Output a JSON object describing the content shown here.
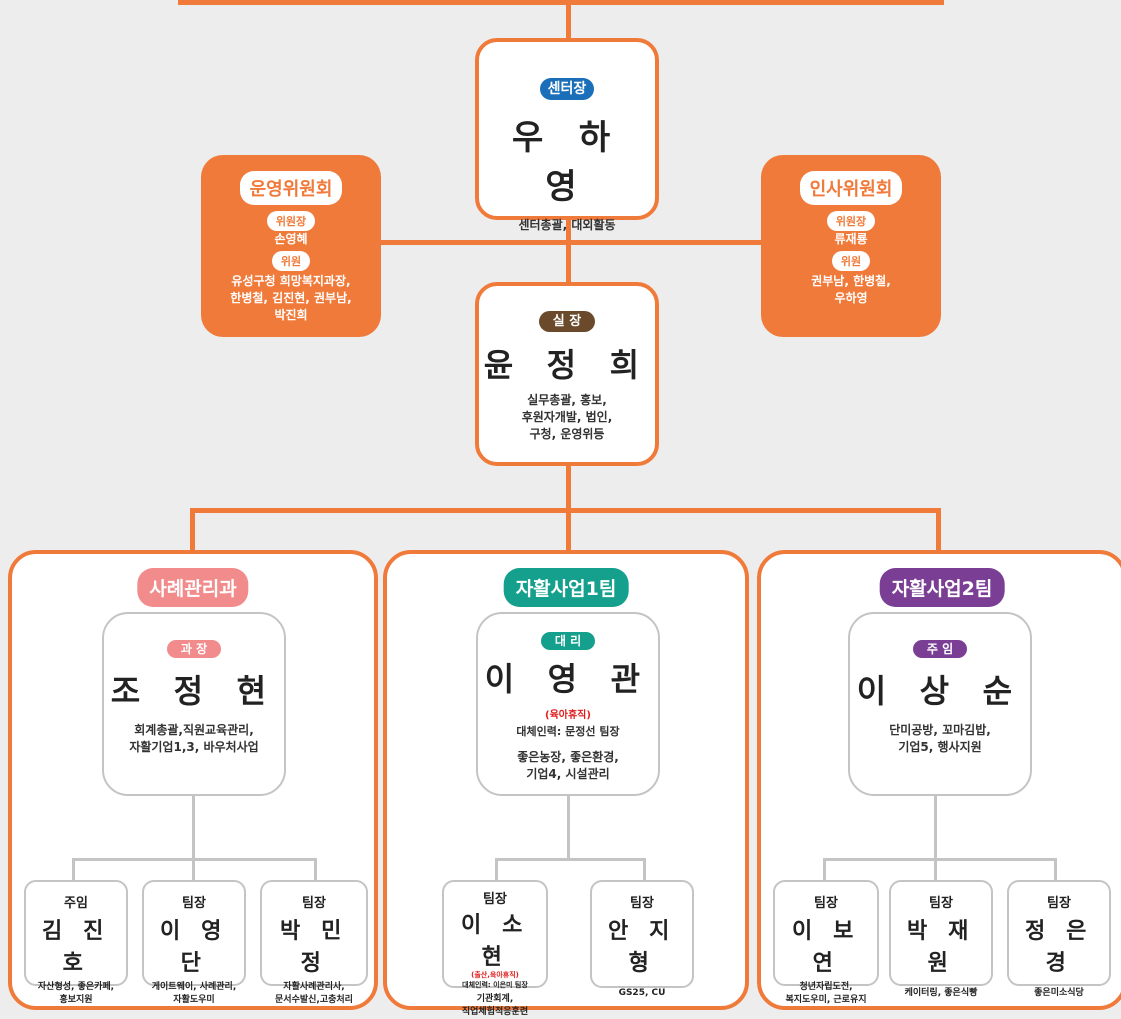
{
  "colors": {
    "orange": "#f07a3a",
    "blue": "#1a6fb8",
    "brown": "#6b4a2b",
    "pink": "#f28b8b",
    "teal": "#14a08c",
    "purple": "#7a3f95",
    "red": "#e02020"
  },
  "center": {
    "badge": "센터장",
    "name": "우 하 영",
    "desc": "센터총괄, 대외활동"
  },
  "committee_left": {
    "title": "운영위원회",
    "chair_label": "위원장",
    "chair": "손영혜",
    "member_label": "위원",
    "members_l1": "유성구청 희망복지과장,",
    "members_l2": "한병철, 김진현, 권부남,",
    "members_l3": "박진희"
  },
  "committee_right": {
    "title": "인사위원회",
    "chair_label": "위원장",
    "chair": "류재룡",
    "member_label": "위원",
    "members_l1": "권부남, 한병철,",
    "members_l2": "우하영"
  },
  "director": {
    "badge": "실 장",
    "name": "윤 정 희",
    "desc_l1": "실무총괄, 홍보,",
    "desc_l2": "후원자개발, 법인,",
    "desc_l3": "구청, 운영위등"
  },
  "teams": [
    {
      "title": "사례관리과",
      "leader_badge": "과 장",
      "leader_name": "조 정 현",
      "leader_desc_l1": "회계총괄,직원교육관리,",
      "leader_desc_l2": "자활기업1,3, 바우처사업",
      "members": [
        {
          "role": "주임",
          "name": "김 진 호",
          "desc_l1": "자산형성, 좋은카페,",
          "desc_l2": "홍보지원"
        },
        {
          "role": "팀장",
          "name": "이 영 단",
          "desc_l1": "게이트웨이, 사례관리,",
          "desc_l2": "자활도우미"
        },
        {
          "role": "팀장",
          "name": "박 민 정",
          "desc_l1": "자활사례관리사,",
          "desc_l2": "문서수발신,고충처리"
        }
      ]
    },
    {
      "title": "자활사업1팀",
      "leader_badge": "대 리",
      "leader_name": "이 영 관",
      "leader_leave": "(육아휴직)",
      "leader_sub": "대체인력: 문정선 팀장",
      "leader_desc_l1": "좋은농장, 좋은환경,",
      "leader_desc_l2": "기업4, 시설관리",
      "members": [
        {
          "role": "팀장",
          "name": "이 소 현",
          "leave": "(출산,육아휴직)",
          "sub": "대체인력: 이은미 팀장",
          "desc_l1": "기관회계,",
          "desc_l2": "직업체험적응훈련"
        },
        {
          "role": "팀장",
          "name": "안 지 형",
          "desc_l1": "GS25, CU"
        }
      ]
    },
    {
      "title": "자활사업2팀",
      "leader_badge": "주 임",
      "leader_name": "이 상 순",
      "leader_desc_l1": "단미공방, 꼬마김밥,",
      "leader_desc_l2": "기업5, 행사지원",
      "members": [
        {
          "role": "팀장",
          "name": "이 보 연",
          "desc_l1": "청년자립도전,",
          "desc_l2": "복지도우미, 근로유지"
        },
        {
          "role": "팀장",
          "name": "박 재 원",
          "desc_l1": "케이터링, 좋은식빵"
        },
        {
          "role": "팀장",
          "name": "정 은 경",
          "desc_l1": "좋은미소식당"
        }
      ]
    }
  ]
}
